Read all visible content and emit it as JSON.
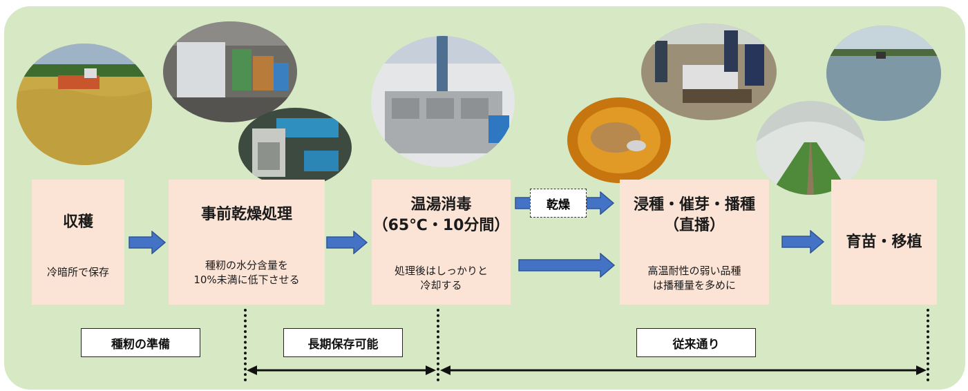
{
  "steps": {
    "harvest": {
      "title": "収穫",
      "desc": "冷暗所で保存"
    },
    "predry": {
      "title": "事前乾燥処理",
      "desc_line1": "種籾の水分含量を",
      "desc_line2": "10%未満に低下させる"
    },
    "hotwater": {
      "title_line1": "温湯消毒",
      "title_line2": "（65℃・10分間）",
      "desc_line1": "処理後はしっかりと",
      "desc_line2": "冷却する"
    },
    "soak": {
      "title_line1": "浸種・催芽・播種",
      "title_line2": "（直播）",
      "desc_line1": "高温耐性の弱い品種",
      "desc_line2": "は播種量を多めに"
    },
    "raise": {
      "title": "育苗・移植"
    }
  },
  "dry_label": "乾燥",
  "phases": {
    "seed_prep": "種籾の準備",
    "long_storage": "長期保存可能",
    "conventional": "従来通り"
  },
  "photos": [
    "rice-harvest-photo",
    "drying-facility-photo",
    "drying-machine-photo",
    "hot-water-disinfection-machine-photo",
    "seed-soaking-photo",
    "seeding-work-photo",
    "greenhouse-seedlings-photo",
    "paddy-transplanting-photo"
  ],
  "colors": {
    "panel_bg": "#d7e8c4",
    "box_bg": "#fbe3d6",
    "arrow_fill": "#4472c4",
    "arrow_stroke": "#2f5597"
  }
}
